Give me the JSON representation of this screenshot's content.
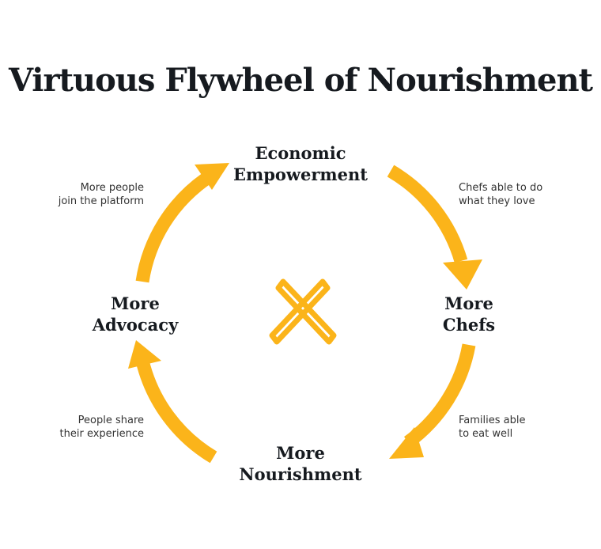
{
  "title": "Virtuous Flywheel of Nourishment",
  "colors": {
    "accent": "#FBB41A",
    "text": "#161A1F"
  },
  "center_icon": "crossed-utensils-icon",
  "nodes": {
    "top": {
      "line1": "Economic",
      "line2": "Empowerment"
    },
    "right": {
      "line1": "More",
      "line2": "Chefs"
    },
    "bottom": {
      "line1": "More",
      "line2": "Nourishment"
    },
    "left": {
      "line1": "More",
      "line2": "Advocacy"
    }
  },
  "notes": {
    "top_left": {
      "line1": "More people",
      "line2": "join the platform"
    },
    "top_right": {
      "line1": "Chefs able to do",
      "line2": "what they love"
    },
    "bottom_right": {
      "line1": "Families able",
      "line2": "to eat well"
    },
    "bottom_left": {
      "line1": "People share",
      "line2": "their experience"
    }
  }
}
